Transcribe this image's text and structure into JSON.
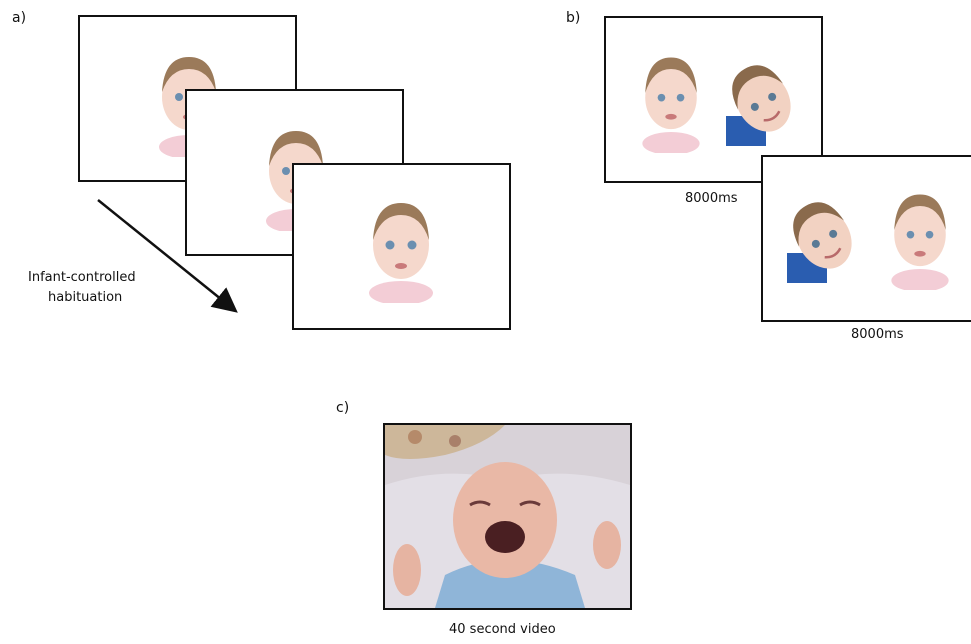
{
  "panels": {
    "a": {
      "label": "a)",
      "caption_line1": "Infant-controlled",
      "caption_line2": "habituation"
    },
    "b": {
      "label": "b)",
      "duration_1": "8000ms",
      "duration_2": "8000ms"
    },
    "c": {
      "label": "c)",
      "caption": "40 second video"
    }
  },
  "icons": {
    "face_photo": "girl-face-photo",
    "tilted_face_photo": "tilted-girl-face-photo",
    "video_still": "crying-baby-photo",
    "arrow": "diagonal-arrow-icon"
  }
}
